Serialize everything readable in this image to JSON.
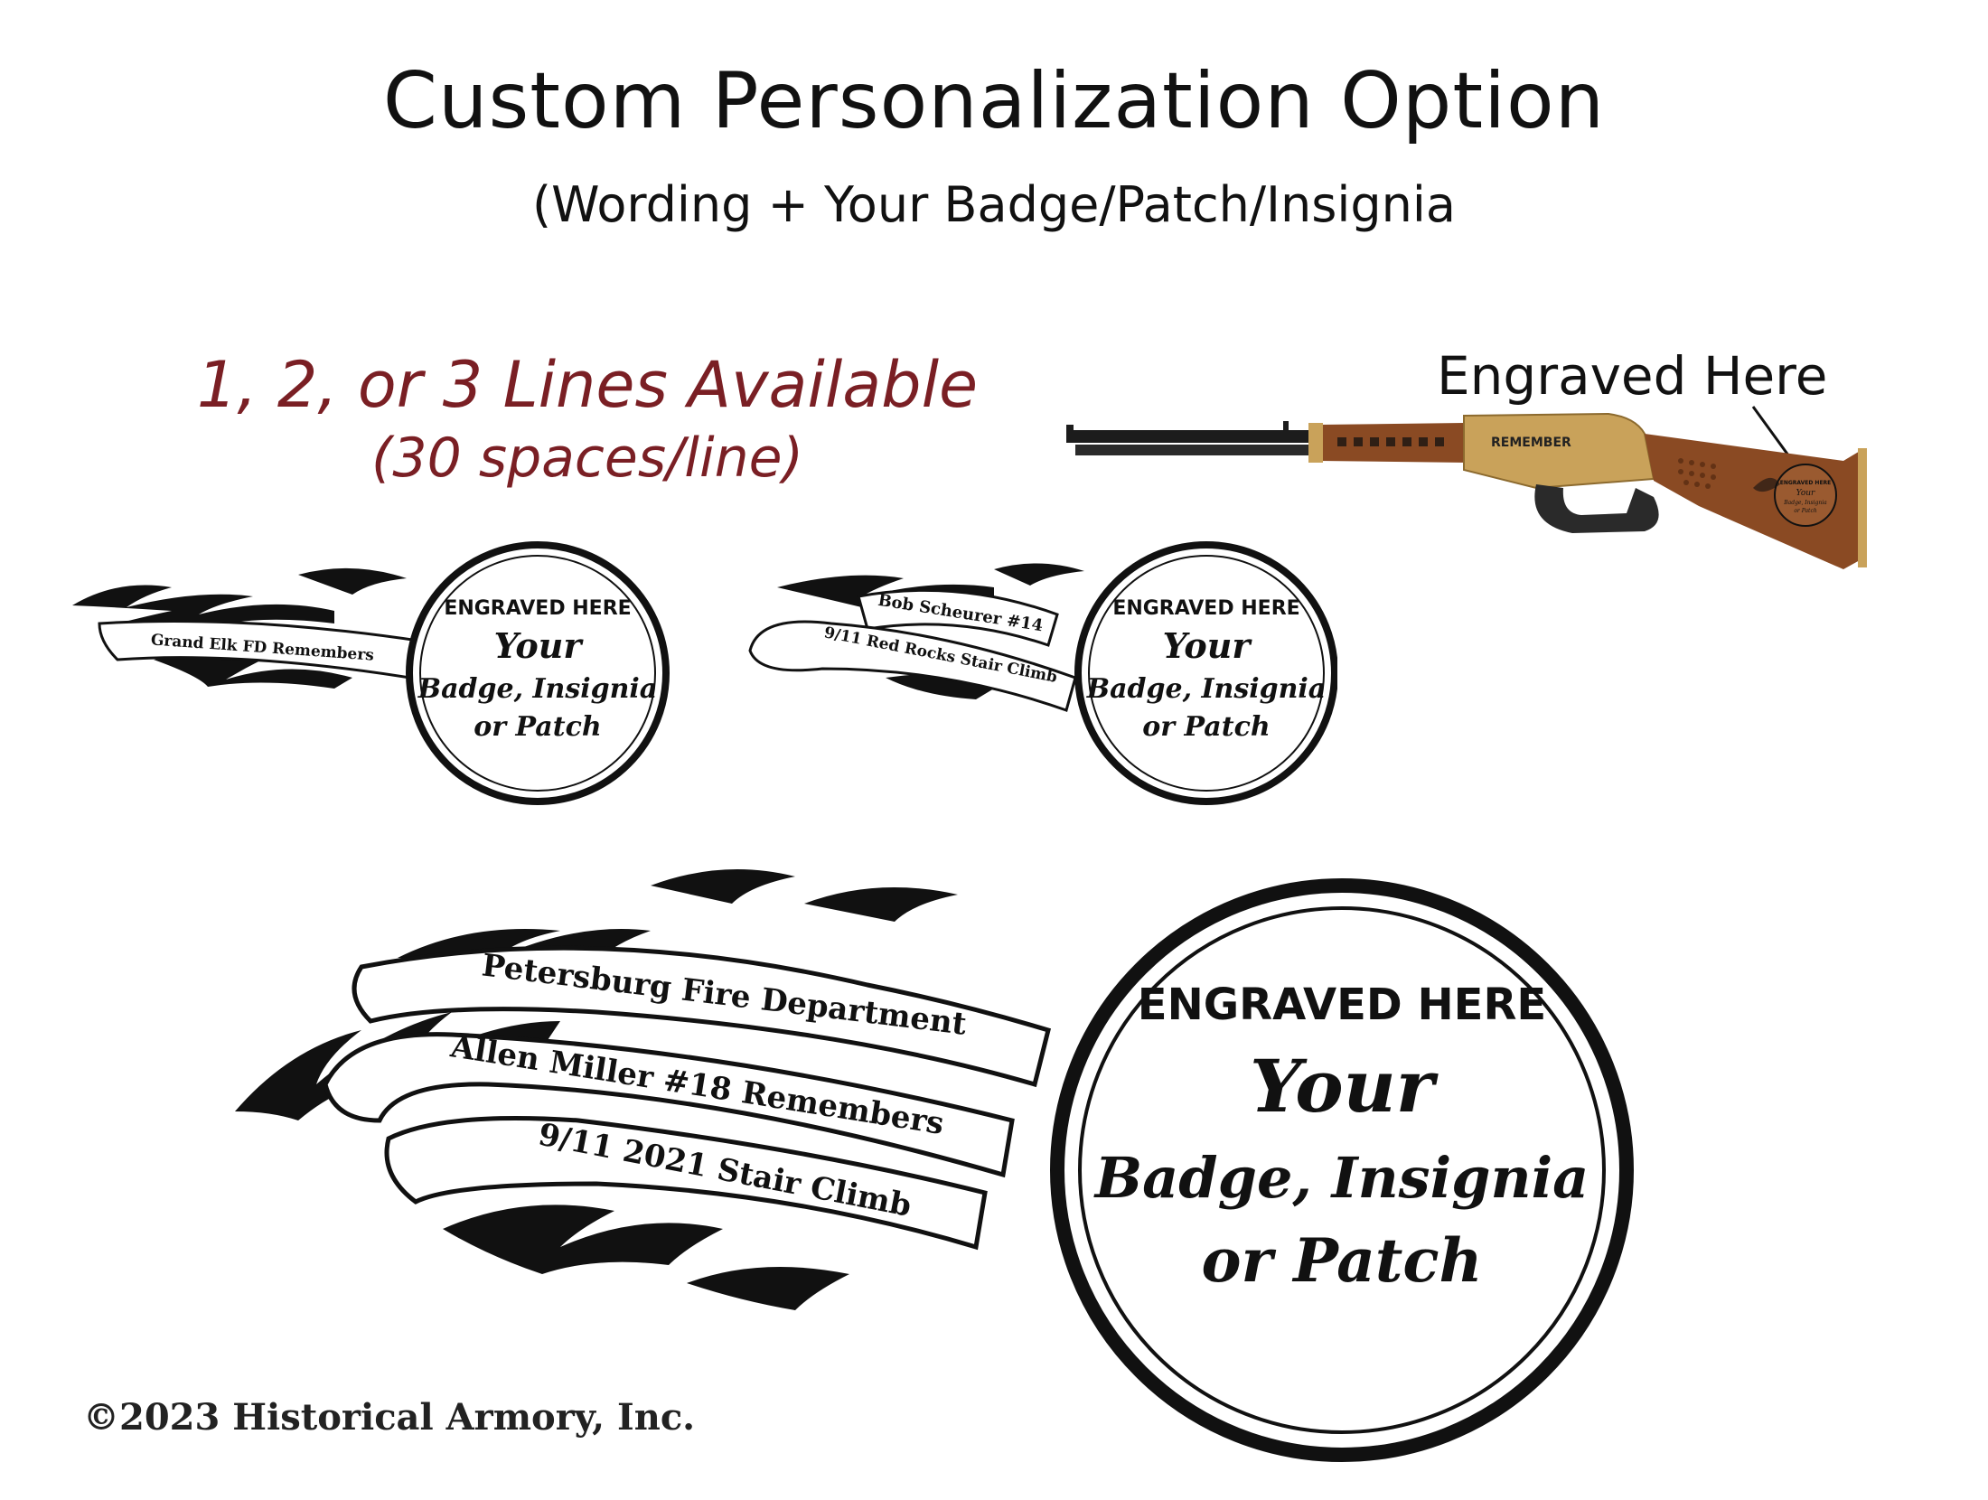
{
  "title": "Custom Personalization Option",
  "subtitle": "(Wording + Your Badge/Patch/Insignia",
  "lines": {
    "heading": "1, 2, or 3 Lines Available",
    "spaces": "(30 spaces/line)"
  },
  "rifle": {
    "callout": "Engraved Here",
    "receiver_text": "REMEMBER",
    "stock_badge_lines": [
      "ENGRAVED HERE",
      "Your",
      "Badge, Insignia",
      "or Patch"
    ]
  },
  "examples": [
    {
      "banner_lines": [
        "Grand Elk FD Remembers"
      ],
      "badge": {
        "label": "ENGRAVED HERE",
        "line1": "Your",
        "line2": "Badge, Insignia",
        "line3": "or Patch"
      }
    },
    {
      "banner_lines": [
        "Bob Scheurer #14",
        "9/11 Red Rocks Stair Climb"
      ],
      "badge": {
        "label": "ENGRAVED HERE",
        "line1": "Your",
        "line2": "Badge, Insignia",
        "line3": "or Patch"
      }
    },
    {
      "banner_lines": [
        "Petersburg Fire Department",
        "Allen Miller #18 Remembers",
        "9/11 2021 Stair Climb"
      ],
      "badge": {
        "label": "ENGRAVED HERE",
        "line1": "Your",
        "line2": "Badge, Insignia",
        "line3": "or Patch"
      }
    }
  ],
  "copyright": "©2023 Historical Armory, Inc.",
  "colors": {
    "accent": "#7a1f24",
    "ink": "#111111",
    "wood": "#8a4a23",
    "brass": "#c9a25a"
  }
}
